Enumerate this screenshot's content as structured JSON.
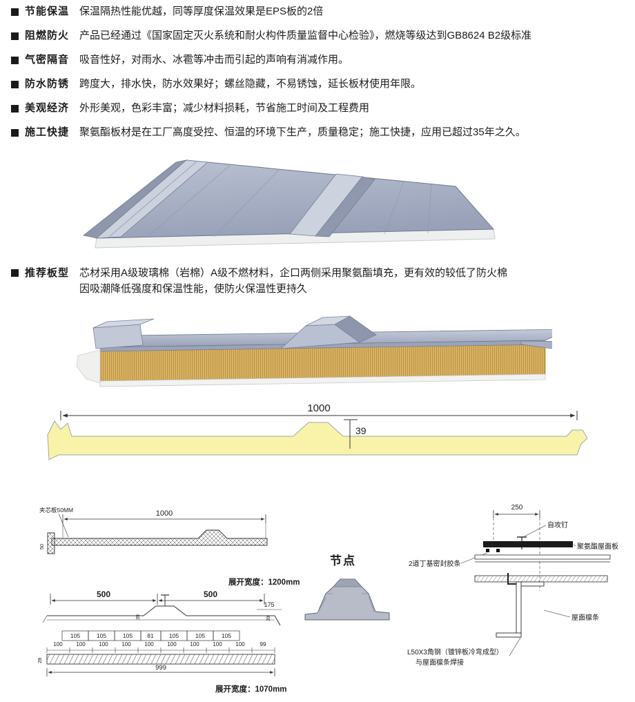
{
  "features": [
    {
      "label": "节能保温",
      "text": "保温隔热性能优越，同等厚度保温效果是EPS板的2倍"
    },
    {
      "label": "阻燃防火",
      "text": "产品已经通过《国家固定灭火系统和耐火构件质量监督中心检验》，燃烧等级达到GB8624 B2级标准"
    },
    {
      "label": "气密隔音",
      "text": "吸音性好，对雨水、冰雹等冲击而引起的声响有消减作用。"
    },
    {
      "label": "防水防锈",
      "text": "跨度大，排水快，防水效果好；螺丝隐藏，不易锈蚀，延长板材使用年限。"
    },
    {
      "label": "美观经济",
      "text": "外形美观，色彩丰富；减少材料损耗，节省施工时间及工程费用"
    },
    {
      "label": "施工快捷",
      "text": "聚氨酯板材是在工厂高度受控、恒温的环境下生产，质量稳定；施工快捷，应用已超过35年之久。"
    }
  ],
  "recommended": {
    "label": "推荐板型",
    "line1": "芯材采用A级玻璃棉（岩棉）A级不燃材料，企口两侧采用聚氨酯填充，更有效的较低了防火棉",
    "line2": "因吸潮降低强度和保温性能，使防火保温性更持久"
  },
  "profile": {
    "width": "1000",
    "height": "39"
  },
  "drawA": {
    "note": "夹芯板50MM",
    "dim_width": "1000",
    "side_dim": "50",
    "expand": "展开宽度：1200mm"
  },
  "drawB": {
    "dim_left": "500",
    "dim_right": "500",
    "dim_175": "175",
    "dim_39a": "39",
    "dim_39b": "39",
    "dim_28": "28",
    "segments": [
      "105",
      "105",
      "105",
      "81",
      "105",
      "105",
      "105"
    ],
    "row100": [
      "100",
      "100",
      "100",
      "100",
      "100",
      "100",
      "100",
      "100",
      "100",
      "99"
    ],
    "total": "999",
    "expand": "展开宽度：1070mm"
  },
  "node": {
    "title": "节点"
  },
  "joint": {
    "dim": "250",
    "screw": "自攻钉",
    "panel": "聚氨酯屋面板",
    "seal": "2道丁基密封胶条",
    "purlin": "屋面檩条",
    "angle_line1": "L50X3角钢（镀锌板冷弯成型）",
    "angle_line2": "与屋面檩条焊接"
  },
  "colors": {
    "metal": "#a7afc4",
    "core_yellow": "#d9b466",
    "profile_yellow": "#f8f3a9",
    "ink": "#1c1c1c"
  }
}
